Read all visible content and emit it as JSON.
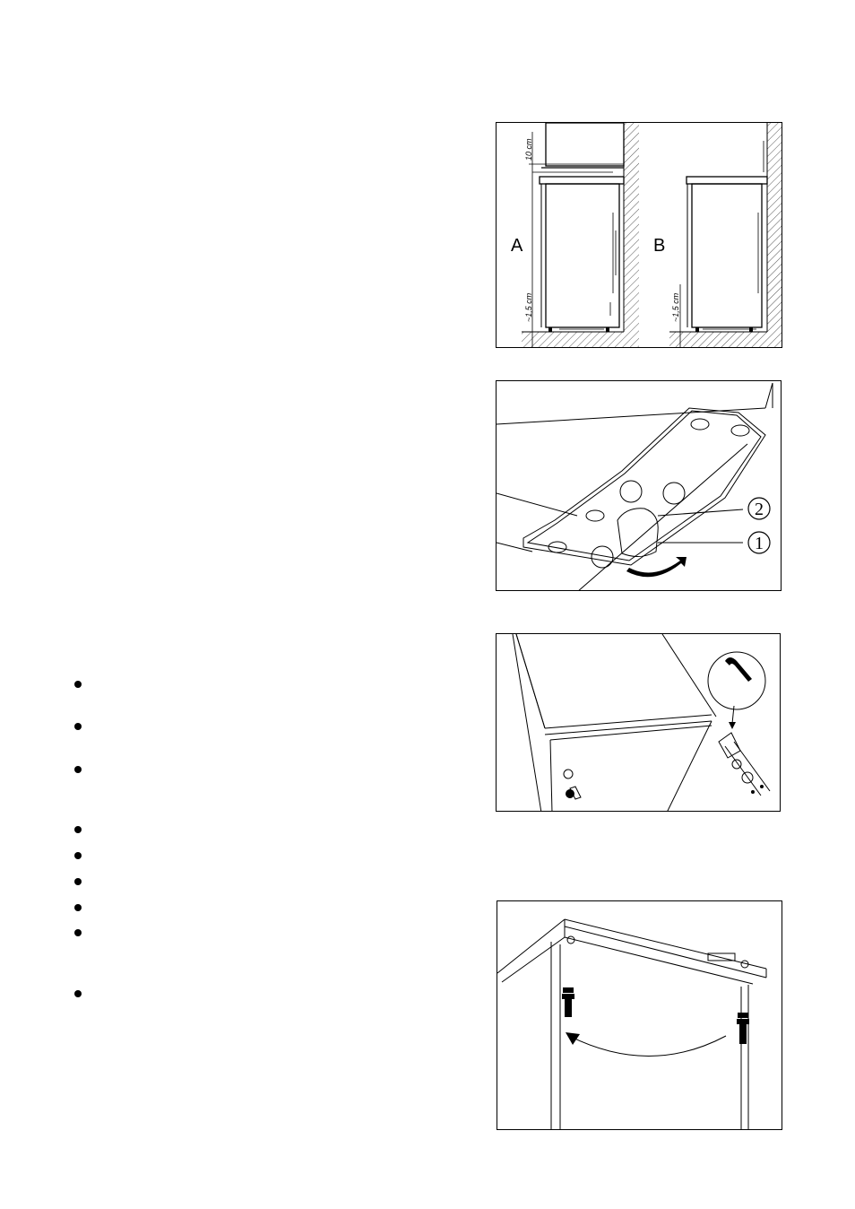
{
  "figures": {
    "airflow": {
      "panel_a_label": "A",
      "panel_b_label": "B",
      "top_gap": "10 cm",
      "bottom_gap_a": "~1,5 cm",
      "bottom_gap_b": "~1,5 cm"
    },
    "levelling_foot": {
      "callout_1": "1",
      "callout_2": "2"
    },
    "door_hinge": {},
    "door_reversal": {}
  },
  "bullets": [
    {
      "id": "b1",
      "text": ""
    },
    {
      "id": "b2",
      "text": ""
    },
    {
      "id": "b3",
      "text": ""
    },
    {
      "id": "b4",
      "text": ""
    },
    {
      "id": "b5",
      "text": ""
    },
    {
      "id": "b6",
      "text": ""
    },
    {
      "id": "b7",
      "text": ""
    },
    {
      "id": "b8",
      "text": ""
    },
    {
      "id": "b9",
      "text": ""
    }
  ]
}
